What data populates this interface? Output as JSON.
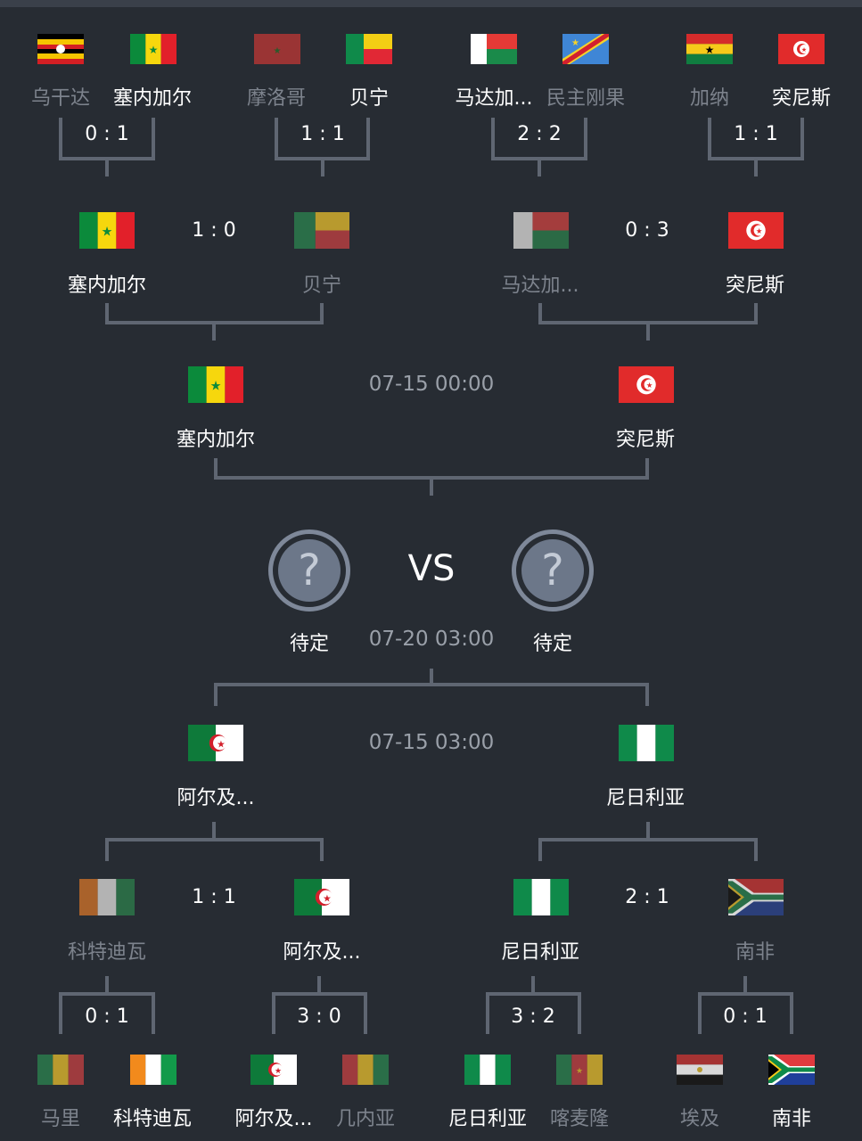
{
  "colors": {
    "background": "#272c33",
    "winner_text": "#ffffff",
    "loser_text": "#7d838d",
    "line": "#5f6672",
    "time": "#9aa0a9"
  },
  "top_bracket": {
    "r16": [
      {
        "home": {
          "name": "乌干达",
          "flag": "uganda-flag"
        },
        "away": {
          "name": "塞内加尔",
          "flag": "senegal-flag"
        },
        "score": "0 : 1"
      },
      {
        "home": {
          "name": "摩洛哥",
          "flag": "morocco-flag"
        },
        "away": {
          "name": "贝宁",
          "flag": "benin-flag"
        },
        "score": "1 : 1"
      },
      {
        "home": {
          "name": "马达加...",
          "flag": "madagascar-flag"
        },
        "away": {
          "name": "民主刚果",
          "flag": "dr-congo-flag"
        },
        "score": "2 : 2"
      },
      {
        "home": {
          "name": "加纳",
          "flag": "ghana-flag"
        },
        "away": {
          "name": "突尼斯",
          "flag": "tunisia-flag"
        },
        "score": "1 : 1"
      }
    ],
    "qf": [
      {
        "home": {
          "name": "塞内加尔",
          "flag": "senegal-flag"
        },
        "away": {
          "name": "贝宁",
          "flag": "benin-flag"
        },
        "score": "1 : 0"
      },
      {
        "home": {
          "name": "马达加...",
          "flag": "madagascar-flag"
        },
        "away": {
          "name": "突尼斯",
          "flag": "tunisia-flag"
        },
        "score": "0 : 3"
      }
    ],
    "sf": {
      "home": {
        "name": "塞内加尔",
        "flag": "senegal-flag"
      },
      "away": {
        "name": "突尼斯",
        "flag": "tunisia-flag"
      },
      "time": "07-15 00:00"
    }
  },
  "final": {
    "vs": "VS",
    "home_label": "待定",
    "away_label": "待定",
    "placeholder": "?",
    "time": "07-20 03:00"
  },
  "bottom_bracket": {
    "sf": {
      "home": {
        "name": "阿尔及...",
        "flag": "algeria-flag"
      },
      "away": {
        "name": "尼日利亚",
        "flag": "nigeria-flag"
      },
      "time": "07-15 03:00"
    },
    "qf": [
      {
        "home": {
          "name": "科特迪瓦",
          "flag": "ivory-coast-flag"
        },
        "away": {
          "name": "阿尔及...",
          "flag": "algeria-flag"
        },
        "score": "1 : 1"
      },
      {
        "home": {
          "name": "尼日利亚",
          "flag": "nigeria-flag"
        },
        "away": {
          "name": "南非",
          "flag": "south-africa-flag"
        },
        "score": "2 : 1"
      }
    ],
    "r16": [
      {
        "home": {
          "name": "马里",
          "flag": "mali-flag"
        },
        "away": {
          "name": "科特迪瓦",
          "flag": "ivory-coast-flag"
        },
        "score": "0 : 1"
      },
      {
        "home": {
          "name": "阿尔及...",
          "flag": "algeria-flag"
        },
        "away": {
          "name": "几内亚",
          "flag": "guinea-flag"
        },
        "score": "3 : 0"
      },
      {
        "home": {
          "name": "尼日利亚",
          "flag": "nigeria-flag"
        },
        "away": {
          "name": "喀麦隆",
          "flag": "cameroon-flag"
        },
        "score": "3 : 2"
      },
      {
        "home": {
          "name": "埃及",
          "flag": "egypt-flag"
        },
        "away": {
          "name": "南非",
          "flag": "south-africa-flag"
        },
        "score": "0 : 1"
      }
    ]
  }
}
